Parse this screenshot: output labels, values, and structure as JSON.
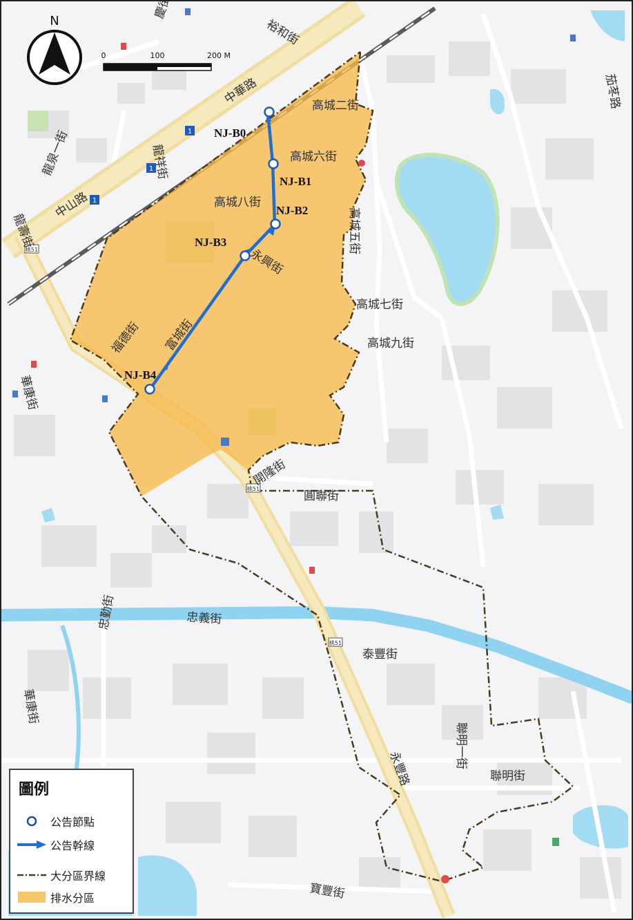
{
  "map": {
    "north_label": "N",
    "scale": {
      "ticks": [
        "0",
        "100",
        "200 M"
      ]
    },
    "street_labels": [
      "裕和街",
      "中華路",
      "龍泉一街",
      "龍祥街",
      "中山路",
      "龍壽街",
      "高城二街",
      "高城六街",
      "高城八街",
      "永興街",
      "富城街",
      "福德街",
      "高城五街",
      "高城七街",
      "高城九街",
      "華康街",
      "開隆街",
      "圓聯街",
      "忠義街",
      "忠勤街",
      "華康街",
      "泰豐街",
      "永豐路",
      "聯明一街",
      "聯明街",
      "寶豐街",
      "茄苳路",
      "慶街"
    ],
    "nodes": [
      {
        "id": "NJ-B0"
      },
      {
        "id": "NJ-B1"
      },
      {
        "id": "NJ-B2"
      },
      {
        "id": "NJ-B3"
      },
      {
        "id": "NJ-B4"
      }
    ],
    "road_shields": [
      "桃51",
      "桃51",
      "桃51",
      "1",
      "1",
      "1"
    ],
    "colors": {
      "catchment": "#f7b94a",
      "trunk": "#1f6fd1",
      "boundary": "#4a3a1c",
      "water": "#a3dcf2",
      "road": "#f3e3a4"
    }
  },
  "legend": {
    "title": "圖例",
    "items": [
      {
        "symbol": "node-icon",
        "label": "公告節點"
      },
      {
        "symbol": "trunk-line-icon",
        "label": "公告幹線"
      },
      {
        "symbol": "boundary-line-icon",
        "label": "大分區界線"
      },
      {
        "symbol": "catchment-area-icon",
        "label": "排水分區"
      }
    ]
  }
}
